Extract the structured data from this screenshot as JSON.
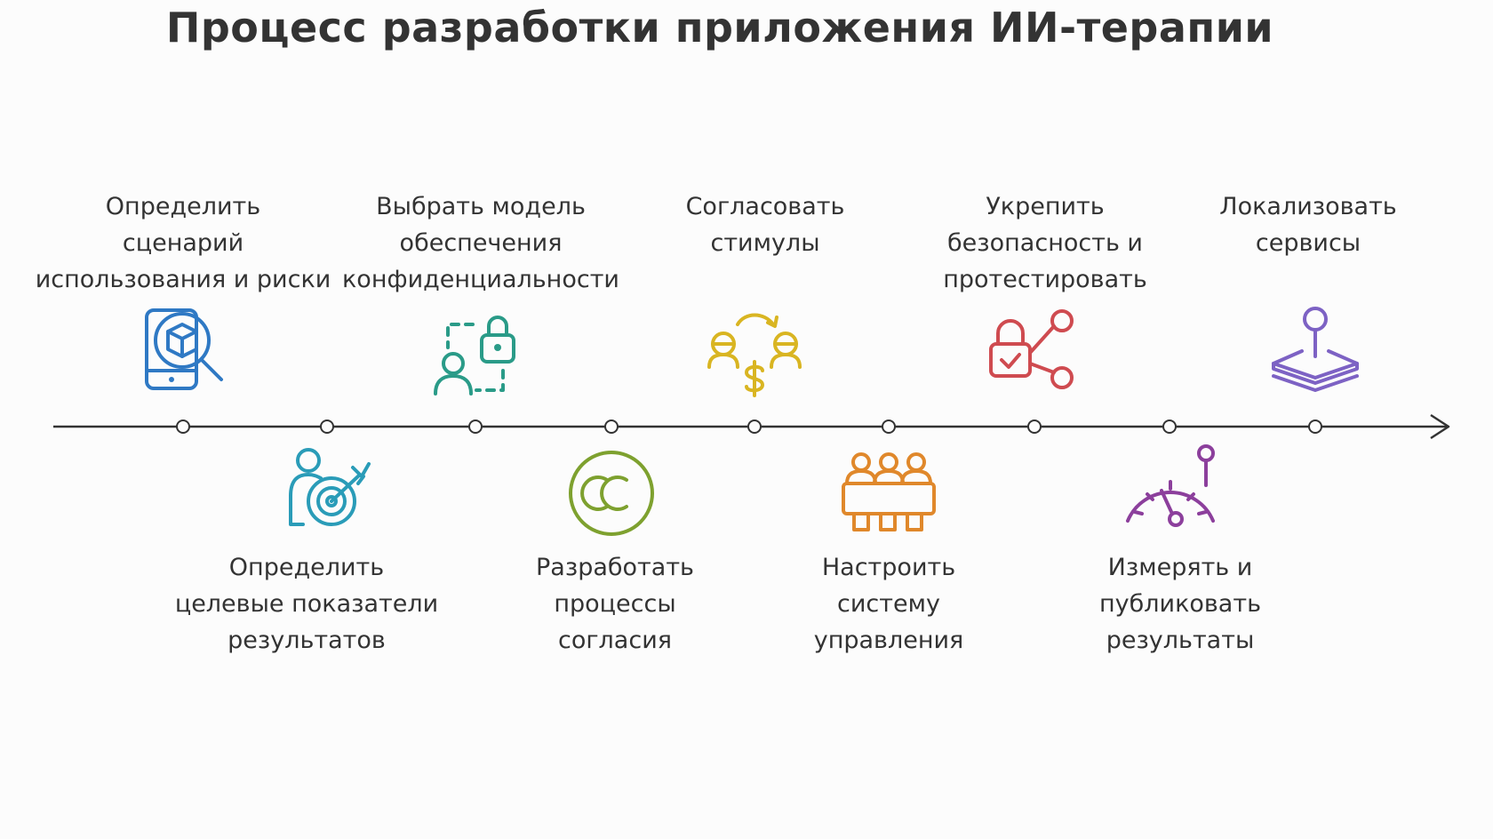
{
  "title": "Процесс разработки приложения ИИ-терапии",
  "steps": [
    {
      "lines": [
        "Определить",
        "сценарий",
        "использования и риски"
      ],
      "icon": "tablet-cube-search-icon",
      "color": "#2f79c4"
    },
    {
      "lines": [
        "Определить",
        "целевые показатели",
        "результатов"
      ],
      "icon": "person-target-icon",
      "color": "#2a9cb8"
    },
    {
      "lines": [
        "Выбрать модель",
        "обеспечения",
        "конфиденциальности"
      ],
      "icon": "user-lock-icon",
      "color": "#2a9b88"
    },
    {
      "lines": [
        "Разработать",
        "процессы",
        "согласия"
      ],
      "icon": "creative-commons-icon",
      "color": "#7ea12f"
    },
    {
      "lines": [
        "Согласовать",
        "стимулы"
      ],
      "icon": "incentives-exchange-icon",
      "color": "#d9b522"
    },
    {
      "lines": [
        "Настроить",
        "систему",
        "управления"
      ],
      "icon": "board-meeting-icon",
      "color": "#e0882b"
    },
    {
      "lines": [
        "Укрепить",
        "безопасность и",
        "протестировать"
      ],
      "icon": "lock-share-icon",
      "color": "#cf4b50"
    },
    {
      "lines": [
        "Измерять и",
        "публиковать",
        "результаты"
      ],
      "icon": "speedometer-gauge-icon",
      "color": "#8c3f9c"
    },
    {
      "lines": [
        "Локализовать",
        "сервисы"
      ],
      "icon": "map-pin-layers-icon",
      "color": "#7d62c4"
    }
  ]
}
